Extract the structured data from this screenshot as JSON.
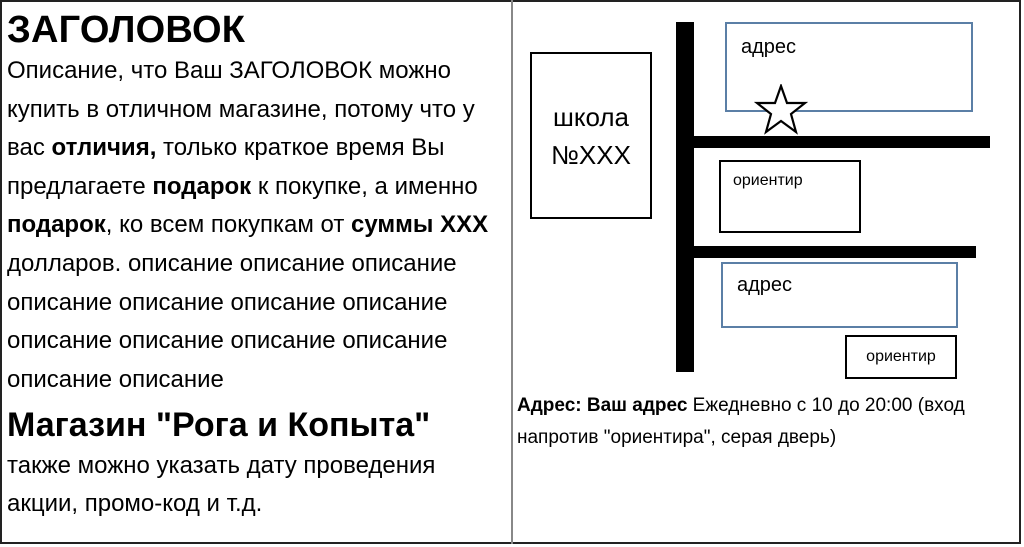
{
  "left": {
    "title": "ЗАГОЛОВОК",
    "desc_part1": "Описание, что Ваш ЗАГОЛОВОК можно купить в отличном магазине, потому что у вас ",
    "desc_bold1": "отличия,",
    "desc_part2": " только краткое время Вы предлагаете ",
    "desc_bold2": "подарок",
    "desc_part3": " к покупке, а именно ",
    "desc_bold3": "подарок",
    "desc_part4": ", ко всем покупкам от ",
    "desc_bold4": "суммы ХХХ",
    "desc_part5": " долларов. описание описание описание описание описание описание описание описание описание описание описание описание описание",
    "shop_name": "Магазин \"Рога и Копыта\"",
    "note": "также можно указать дату проведения акции, промо-код и т.д."
  },
  "map": {
    "school_line1": "школа",
    "school_line2": "№XXX",
    "address_label_1": "адрес",
    "address_label_2": "адрес",
    "landmark_1": "ориентир",
    "landmark_2": "ориентир",
    "star_icon": "star-icon",
    "address_box_color": "#5b7fa6"
  },
  "footer": {
    "address_bold": "Адрес: Ваш адрес",
    "address_text": "  Ежедневно с 10 до 20:00 (вход напротив \"ориентира\", серая дверь)"
  }
}
